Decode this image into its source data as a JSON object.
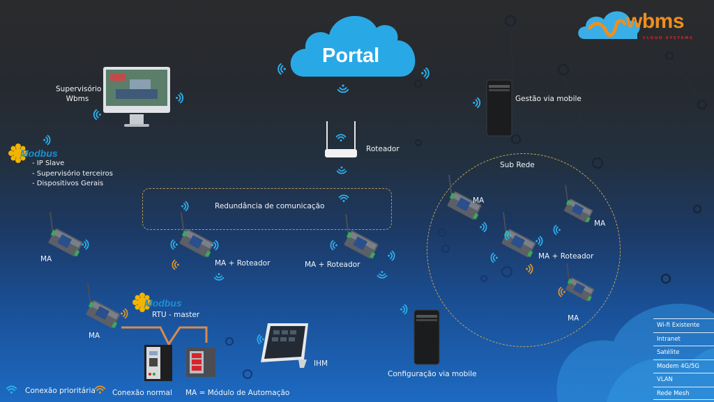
{
  "brand": {
    "name": "wbms",
    "tagline": "CLOUD SYSTEMS",
    "colors": {
      "cloud": "#3aaee6",
      "wordmark": "#ee8f1e",
      "tagline": "#d3262b"
    }
  },
  "portal": {
    "label": "Portal",
    "color": "#29a8e6"
  },
  "nodes": {
    "supervisorio": {
      "label_line1": "Supervisório",
      "label_line2": "Wbms"
    },
    "gestao_mobile": {
      "label": "Gestão via mobile"
    },
    "roteador": {
      "label": "Roteador"
    },
    "modbus_ip": {
      "logo_text": "Modbus",
      "items": [
        "- IP Slave",
        "- Supervisório terceiros",
        "- Dispositivos Gerais"
      ]
    },
    "redundancia": {
      "label": "Redundância de comunicação"
    },
    "ma_left": {
      "label": "MA"
    },
    "ma_roteador_1": {
      "label": "MA + Roteador"
    },
    "ma_roteador_2": {
      "label": "MA + Roteador"
    },
    "subrede": {
      "title": "Sub Rede",
      "ma_top_left": "MA",
      "ma_right": "MA",
      "ma_roteador": "MA + Roteador",
      "ma_bottom": "MA"
    },
    "modbus_rtu": {
      "logo_text": "Modbus",
      "label": "RTU - master"
    },
    "ma_bottom_left": {
      "label": "MA"
    },
    "ihm": {
      "label": "IHM"
    },
    "config_mobile": {
      "label": "Configuração via mobile"
    }
  },
  "connection_types": [
    "Wi-fi Existente",
    "Intranet",
    "Satélite",
    "Modem 4G/5G",
    "VLAN",
    "Rede Mesh"
  ],
  "legend": {
    "priority": {
      "label": "Conexão prioritária",
      "color": "#2bb3f0"
    },
    "normal": {
      "label": "Conexão normal",
      "color": "#e0952c"
    },
    "abbrev": "MA = Módulo de Automação"
  },
  "colors": {
    "wifi_priority": "#2bb3f0",
    "wifi_normal": "#e0952c",
    "dashed_outline": "#c9a653",
    "rtu_bus": "#d98a4e"
  }
}
